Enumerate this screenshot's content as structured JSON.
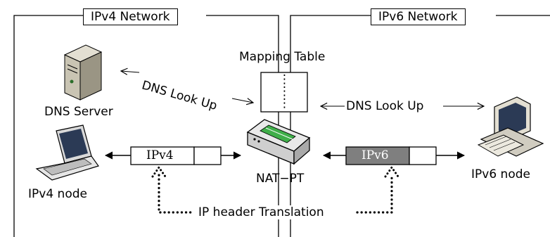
{
  "ipv4_network": {
    "title": "IPv4 Network"
  },
  "ipv6_network": {
    "title": "IPv6 Network"
  },
  "mapping_table": {
    "title": "Mapping Table",
    "entries": [
      "⋮",
      "⋮",
      "⋮"
    ]
  },
  "dns_server": {
    "label": "DNS Server",
    "icon": "server-tower-icon"
  },
  "dns_lookup_left": {
    "label": "DNS Look Up"
  },
  "dns_lookup_right": {
    "label": "DNS Look Up"
  },
  "ipv4_node": {
    "label": "IPv4 node",
    "icon": "laptop-icon"
  },
  "ipv6_node": {
    "label": "IPv6 node",
    "icon": "desktop-computer-icon"
  },
  "nat_pt": {
    "label": "NAT−PT",
    "icon": "router-icon"
  },
  "ipv4_packet": {
    "header": "IPv4"
  },
  "ipv6_packet": {
    "header": "IPv6"
  },
  "translation": {
    "label": "IP header Translation"
  },
  "colors": {
    "ipv6_header_fill": "#7f7f7f",
    "server_body": "#c9c4b3",
    "router_accent": "#3fae49",
    "screen": "#2b3a55"
  }
}
